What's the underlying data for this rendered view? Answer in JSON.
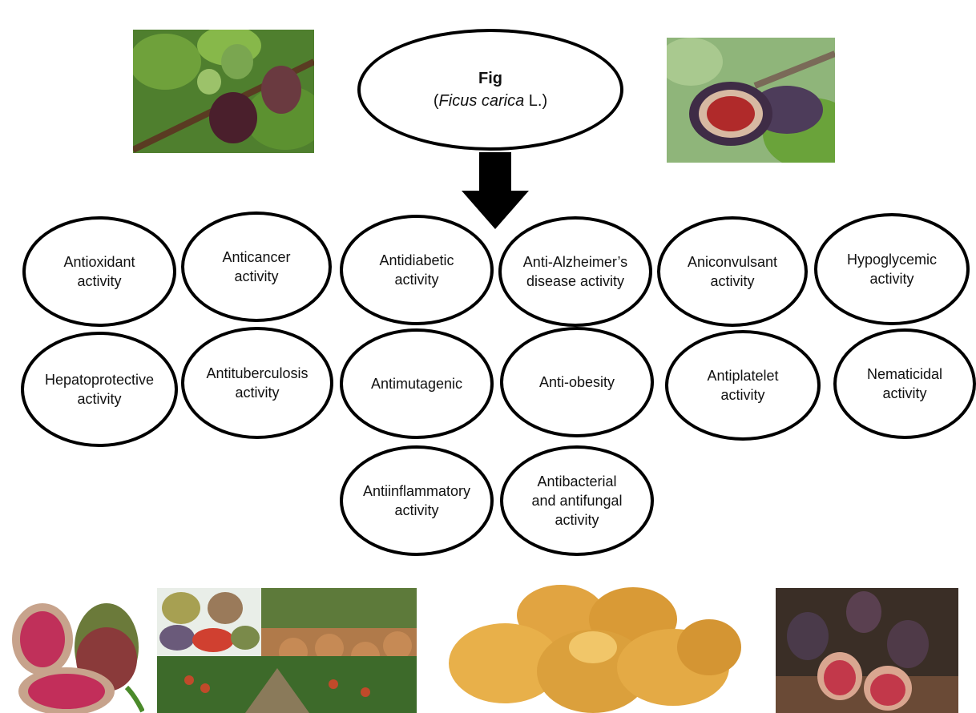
{
  "root": {
    "title": "Fig",
    "subtitle_prefix": "(",
    "subtitle_italic": "Ficus carica",
    "subtitle_suffix": " L.)"
  },
  "activities": [
    [
      "Antioxidant",
      "activity"
    ],
    [
      "Anticancer",
      "activity"
    ],
    [
      "Antidiabetic",
      "activity"
    ],
    [
      "Anti-Alzheimer’s",
      "disease activity"
    ],
    [
      "Aniconvulsant",
      "activity"
    ],
    [
      "Hypoglycemic",
      "activity"
    ],
    [
      "Hepatoprotective",
      "activity"
    ],
    [
      "Antituberculosis",
      "activity"
    ],
    [
      "Antimutagenic"
    ],
    [
      "Anti-obesity"
    ],
    [
      "Antiplatelet",
      "activity"
    ],
    [
      "Nematicidal",
      "activity"
    ],
    [
      "Antiinflammatory",
      "activity"
    ],
    [
      "Antibacterial",
      "and antifungal",
      "activity"
    ]
  ]
}
